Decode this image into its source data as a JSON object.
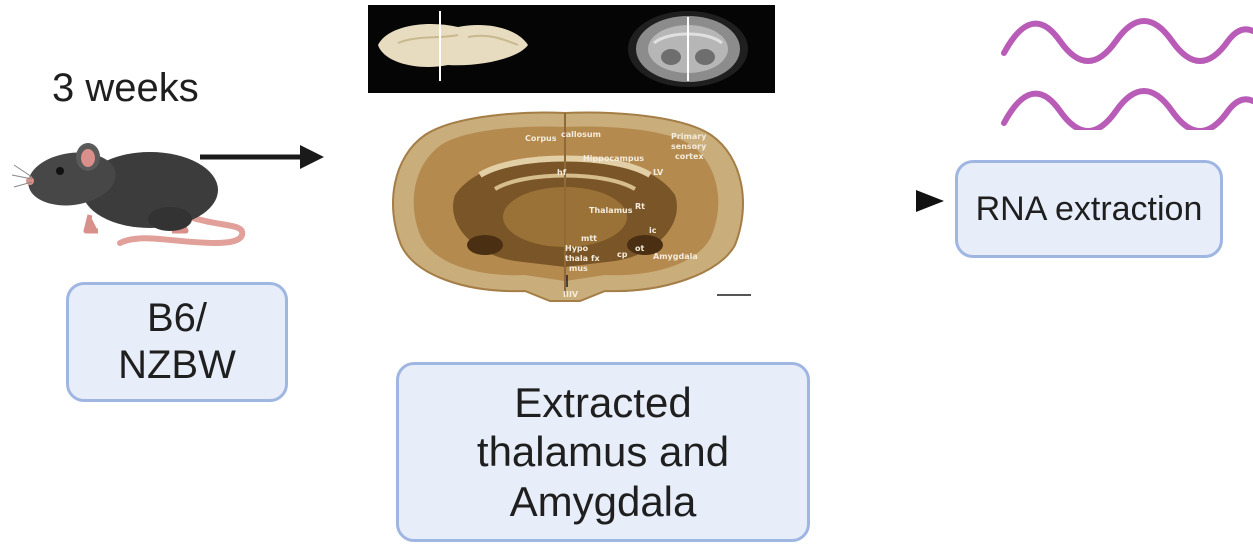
{
  "time_label": "3 weeks",
  "strain_box": {
    "line1": "B6/",
    "line2": "NZBW"
  },
  "extraction_box": {
    "line1": "Extracted",
    "line2": "thalamus and",
    "line3": "Amygdala"
  },
  "rna_box": {
    "label": "RNA extraction"
  },
  "brain_labels": {
    "corpus": "Corpus",
    "callosum": "callosum",
    "primary": "Primary",
    "sensory": "sensory",
    "cortex": "cortex",
    "hippocampus": "Hippocampus",
    "hf": "hf",
    "lv": "LV",
    "thalamus": "Thalamus",
    "rt": "Rt",
    "ic": "ic",
    "mtt": "mtt",
    "hypo1": "Hypo",
    "hypo2": "thala",
    "hypo3": "mus",
    "fx": "fx",
    "cp": "cp",
    "ot": "ot",
    "amygdala": "Amygdala",
    "iiiv": "IIIV"
  },
  "colors": {
    "box_fill": "#e8eef9",
    "box_border": "#9fb6e2",
    "rna_wave": "#b85cb8",
    "arrow": "#1a1a1a",
    "brain_tissue": "#b08a4f"
  }
}
